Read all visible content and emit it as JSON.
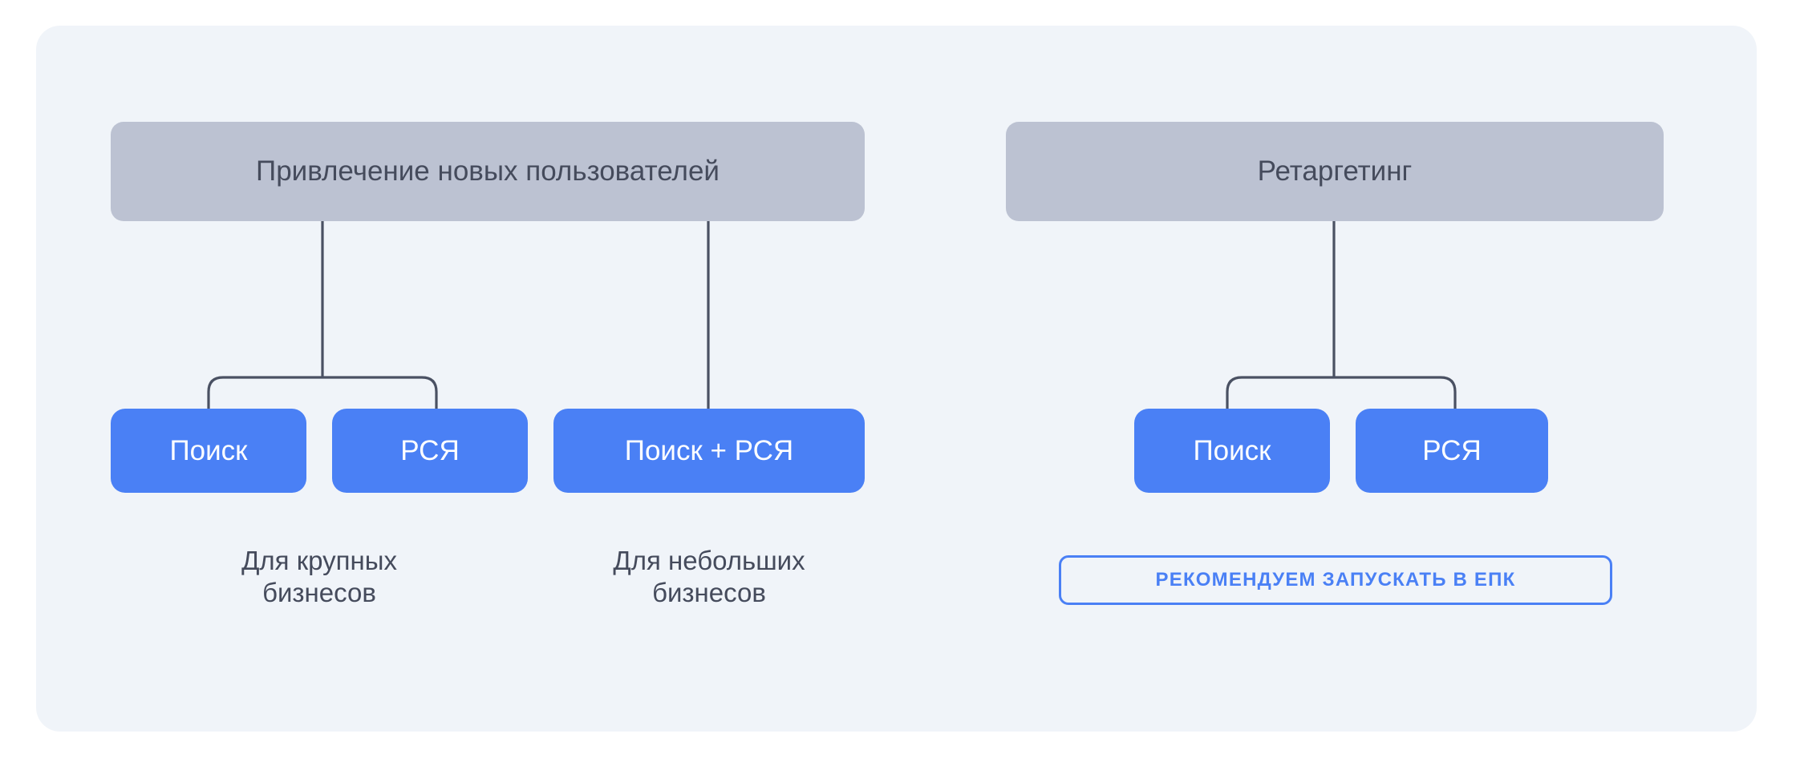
{
  "diagram": {
    "title_visible": false,
    "colors": {
      "card_background": "#f0f4f9",
      "page_background": "#ffffff",
      "header_box": "#bcc2d2",
      "header_text": "#454b5c",
      "leaf_box": "#4a80f5",
      "leaf_text": "#ffffff",
      "connector": "#4a5163",
      "caption_text": "#454b5c",
      "badge_border": "#4a80f5",
      "badge_text": "#4a80f5"
    },
    "groups": [
      {
        "id": "acquisition",
        "header": "Привлечение новых пользователей",
        "branches": [
          {
            "id": "split-campaigns",
            "type": "bracket",
            "nodes": [
              "Поиск",
              "РСЯ"
            ],
            "caption": "Для крупных\nбизнесов",
            "caption_line1": "Для крупных",
            "caption_line2": "бизнесов"
          },
          {
            "id": "combined-campaign",
            "type": "straight",
            "nodes": [
              "Поиск + РСЯ"
            ],
            "caption": "Для небольших\nбизнесов",
            "caption_line1": "Для небольших",
            "caption_line2": "бизнесов"
          }
        ]
      },
      {
        "id": "retargeting",
        "header": "Ретаргетинг",
        "branches": [
          {
            "id": "retargeting-split",
            "type": "bracket",
            "nodes": [
              "Поиск",
              "РСЯ"
            ],
            "badge": "РЕКОМЕНДУЕМ ЗАПУСКАТЬ В ЕПК"
          }
        ]
      }
    ],
    "nodes": {
      "acq_header": "Привлечение новых пользователей",
      "acq_search": "Поиск",
      "acq_rsya": "РСЯ",
      "acq_combined": "Поиск + РСЯ",
      "ret_header": "Ретаргетинг",
      "ret_search": "Поиск",
      "ret_rsya": "РСЯ"
    },
    "captions": {
      "large_business_l1": "Для крупных",
      "large_business_l2": "бизнесов",
      "small_business_l1": "Для небольших",
      "small_business_l2": "бизнесов"
    },
    "badge": {
      "text": "РЕКОМЕНДУЕМ ЗАПУСКАТЬ В ЕПК"
    }
  }
}
